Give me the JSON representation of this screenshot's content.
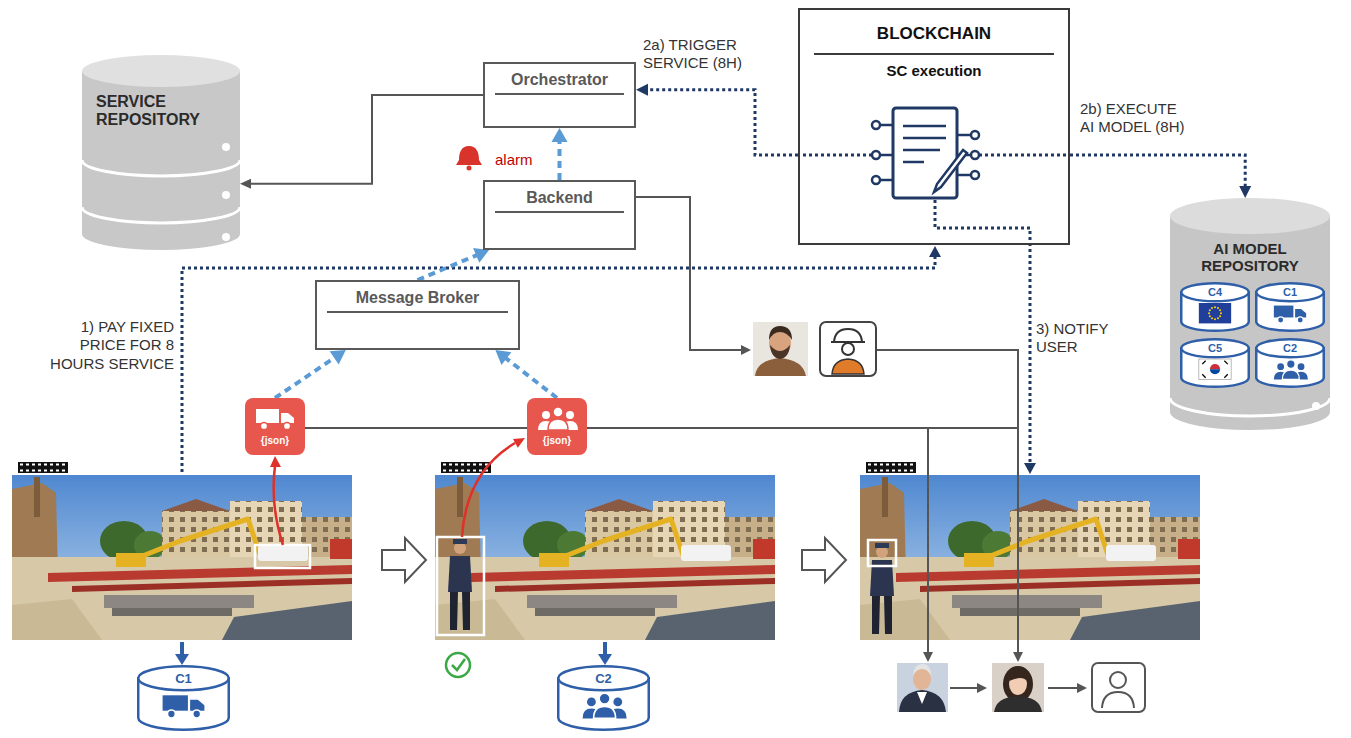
{
  "diagram": {
    "nodes": [
      {
        "text": [
          "SERVICE REPOSITORY"
        ]
      },
      {
        "text": [
          "Orchestrator"
        ]
      },
      {
        "text": [
          "Backend"
        ]
      },
      {
        "text": [
          "BLOCKCHAIN",
          "SC execution"
        ]
      },
      {
        "text": [
          "AI MODEL REPOSITORY"
        ]
      },
      {
        "text": [
          "C4"
        ],
        "in": 4
      },
      {
        "text": [
          "C1"
        ],
        "in": 4
      },
      {
        "text": [
          "C5"
        ],
        "in": 4
      },
      {
        "text": [
          "C2"
        ],
        "in": 4
      },
      {
        "text": [
          "Message Broker"
        ]
      },
      {
        "text": [
          "{json}"
        ]
      },
      {
        "text": [
          "{json}"
        ]
      },
      {
        "text": [
          "C1"
        ]
      },
      {
        "text": [
          "C2"
        ]
      }
    ],
    "edges": [
      {
        "from": 1,
        "to": 0,
        "arrow": "to"
      },
      {
        "from": 2,
        "to": 1,
        "label": "alarm",
        "arrow": "to"
      },
      {
        "from": 9,
        "to": 2,
        "arrow": "to"
      },
      {
        "from": 10,
        "to": 9,
        "arrow": "to"
      },
      {
        "from": 11,
        "to": 9,
        "arrow": "to"
      },
      {
        "from": 3,
        "to": 1,
        "label": "2a) TRIGGER SERVICE (8H)",
        "arrow": "to"
      },
      {
        "from": 3,
        "to": 4,
        "label": "2b) EXECUTE AI MODEL (8H)",
        "arrow": "to"
      }
    ],
    "labels": [
      "1) PAY FIXED PRICE FOR 8 HOURS SERVICE",
      "3) NOTIFY USER"
    ]
  }
}
